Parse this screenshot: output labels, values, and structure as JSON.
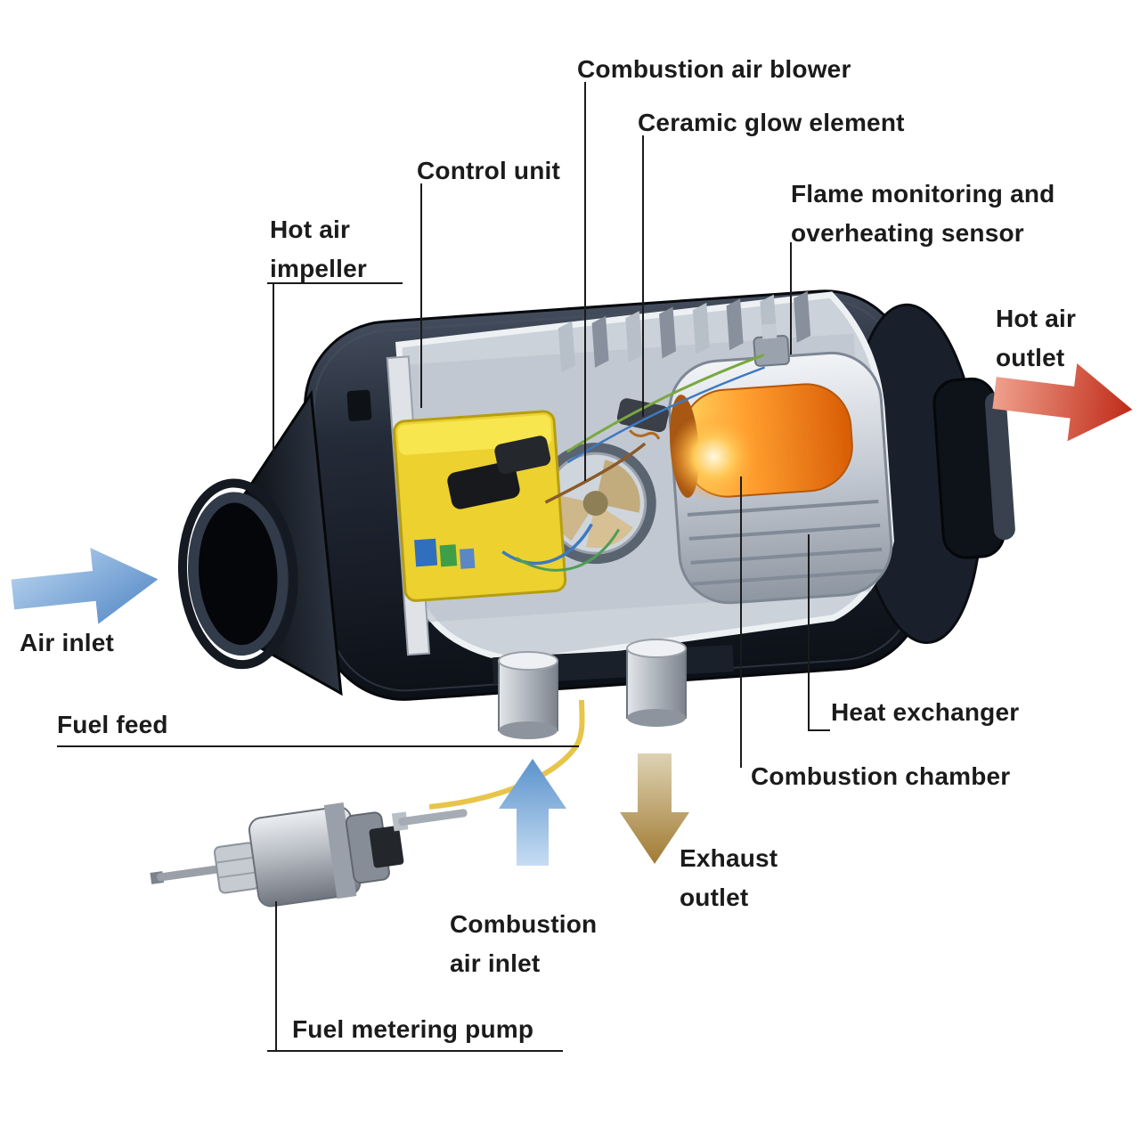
{
  "figure": {
    "type": "cutaway-diagram",
    "subject": "Air heater cutaway with labeled components",
    "labels": {
      "combustion_air_blower": "Combustion air blower",
      "ceramic_glow_element": "Ceramic glow element",
      "control_unit": "Control unit",
      "flame_monitoring_1": "Flame monitoring and",
      "flame_monitoring_2": "overheating sensor",
      "hot_air_impeller_1": "Hot air",
      "hot_air_impeller_2": "impeller",
      "hot_air_outlet_1": "Hot air",
      "hot_air_outlet_2": "outlet",
      "air_inlet": "Air inlet",
      "fuel_feed": "Fuel feed",
      "heat_exchanger": "Heat exchanger",
      "combustion_chamber": "Combustion chamber",
      "exhaust_outlet_1": "Exhaust",
      "exhaust_outlet_2": "outlet",
      "combustion_air_inlet_1": "Combustion",
      "combustion_air_inlet_2": "air inlet",
      "fuel_metering_pump": "Fuel metering pump"
    },
    "colors": {
      "label_text": "#1b1b1b",
      "leader_line": "#1b1b1b",
      "air_inlet_arrow": "#5f93cf",
      "hot_air_outlet_arrow": "#c52f1d",
      "exhaust_outlet_arrow": "#a87f35",
      "combustion_air_arrow": "#74a9dd",
      "fuel_line": "#e7c54b",
      "casing": "#1c222d",
      "control_unit": "#ecd12f",
      "combustion_glow": "#ff9d2e"
    }
  }
}
